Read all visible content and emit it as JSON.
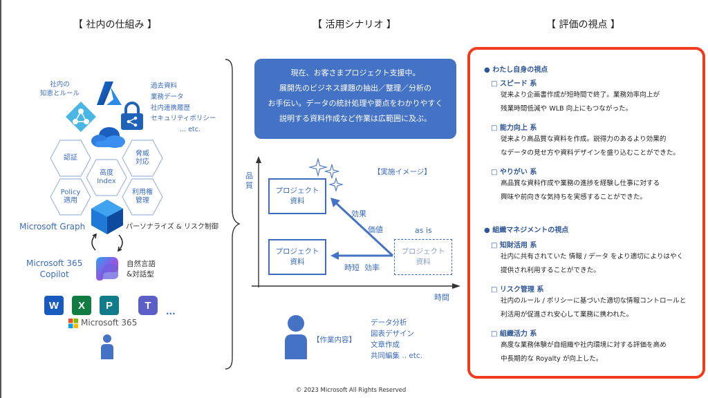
{
  "headings": {
    "left": "【 社内の仕組み 】",
    "middle": "【 活用シナリオ 】",
    "right": "【 評価の視点 】"
  },
  "left": {
    "knowledge": "社内の\n知恵とルール",
    "data_list": [
      "過去資料",
      "業務データ",
      "社内連携履歴",
      "セキュリティポリシー",
      "... etc."
    ],
    "hexagons": {
      "auth": "認証",
      "threat": "脅威\n対応",
      "index": "高度\nIndex",
      "policy": "Policy\n適用",
      "permission": "利用権\n管理"
    },
    "graph_label": "Microsoft Graph",
    "graph_note": "パーソナライズ & リスク制御",
    "copilot_label": "Microsoft 365\nCopilot",
    "copilot_note": "自然言語\n&対話型",
    "apps": [
      {
        "name": "word",
        "letter": "W",
        "color": "#185abd"
      },
      {
        "name": "excel",
        "letter": "X",
        "color": "#107c41"
      },
      {
        "name": "powerpoint",
        "letter": "P",
        "color": "#107c8a"
      },
      {
        "name": "teams",
        "letter": "T",
        "color": "#5b5fc7"
      }
    ],
    "apps_more": "...",
    "m365_label": "Microsoft 365"
  },
  "middle": {
    "scenario_text": "現在、お客さまプロジェクト支援中。\n展開先のビジネス課題の抽出／整理／分析の\nお手伝い。データの統計処理や要点をわかりやすく\n説明する資料作成など作業は広範囲に及ぶ。",
    "axis_y": "品\n質",
    "axis_x": "時間",
    "image_label": "【実施イメージ】",
    "box_top": "プロジェクト\n資料",
    "box_left": "プロジェクト\n資料",
    "box_asis": "プロジェクト\n資料",
    "asis_label": "as is",
    "effect": "効果",
    "value": "価値",
    "time_eff": "時短  効率",
    "work_label": "【作業内容】",
    "work_items": [
      "データ分析",
      "図表デザイン",
      "文章作成",
      "共同編集 .. etc."
    ]
  },
  "right": {
    "section1": "● わたし自身の視点",
    "s1_items": [
      {
        "title": "□ スピード 系",
        "lines": [
          "従来より企画書作成が短時間で終了。業務効率向上が",
          "残業時間低減や WLB 向上にもつながった。"
        ]
      },
      {
        "title": "□ 能力向上 系",
        "lines": [
          "従来より高品質な資料を作成。説得力のあるより効果的",
          "なデータの見せ方や資料デザインを盛り込むことができた。"
        ]
      },
      {
        "title": "□ やりがい 系",
        "lines": [
          "高品質な資料作成や業務の進捗を経験し仕事に対する",
          "興味や前向きな気持ちを実感することができた。"
        ]
      }
    ],
    "section2": "● 組織マネジメントの視点",
    "s2_items": [
      {
        "title": "□ 知財活用 系",
        "lines": [
          "社内に共有されていた 情報 / データ をより適切によりはやく",
          "提供され利用することができた。"
        ]
      },
      {
        "title": "□ リスク管理 系",
        "lines": [
          "社内のルール / ポリシーに基づいた適切な情報コントロールと",
          "利活用が促進され安心して業務に携われた。"
        ]
      },
      {
        "title": "□ 組織活力 系",
        "lines": [
          "高度な業務体験が自組織や社内環境に対する評価を高め",
          "中長期的な Royalty が向上した。"
        ]
      }
    ]
  },
  "footer": "© 2023 Microsoft All Rights Reserved",
  "colors": {
    "accent": "#4472c4",
    "frame": "#ef3b1e"
  }
}
